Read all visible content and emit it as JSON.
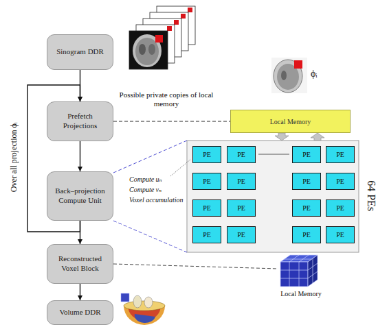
{
  "diagram": {
    "nodes": [
      {
        "text": [
          "Sinogram DDR"
        ]
      },
      {
        "text": [
          "Prefetch Projections"
        ]
      },
      {
        "text": [
          "Back–projection Compute Unit"
        ]
      },
      {
        "text": [
          "Reconstructed Voxel Block"
        ]
      },
      {
        "text": [
          "Volume DDR"
        ]
      },
      {
        "text": [
          "Local Memory"
        ]
      },
      {
        "text": [
          "PE"
        ]
      },
      {
        "text": [
          "PE"
        ]
      },
      {
        "text": [
          "PE"
        ]
      },
      {
        "text": [
          "PE"
        ]
      },
      {
        "text": [
          "PE"
        ]
      },
      {
        "text": [
          "PE"
        ]
      },
      {
        "text": [
          "PE"
        ]
      },
      {
        "text": [
          "PE"
        ]
      },
      {
        "text": [
          "PE"
        ]
      },
      {
        "text": [
          "PE"
        ]
      },
      {
        "text": [
          "PE"
        ]
      },
      {
        "text": [
          "PE"
        ]
      },
      {
        "text": [
          "PE"
        ]
      },
      {
        "text": [
          "PE"
        ]
      },
      {
        "text": [
          "PE"
        ]
      },
      {
        "text": [
          "PE"
        ]
      }
    ],
    "edges": [
      {
        "from": 0,
        "to": 1,
        "arrow": "to"
      },
      {
        "from": 1,
        "to": 2,
        "arrow": "to"
      },
      {
        "from": 2,
        "to": 3,
        "arrow": "to"
      },
      {
        "from": 3,
        "to": 4,
        "arrow": "to"
      },
      {
        "from": 2,
        "to": 1,
        "arrow": "to"
      },
      {
        "from": 1,
        "to": 5,
        "arrow": "none"
      }
    ],
    "labels": [
      "Over all projection ϕᵢ",
      "Possible private copies of local memory",
      "ϕᵢ",
      "Compute uₙ",
      "Compute vₙ",
      "Voxel accumulation",
      "64 PEs",
      "Local Memory"
    ]
  }
}
